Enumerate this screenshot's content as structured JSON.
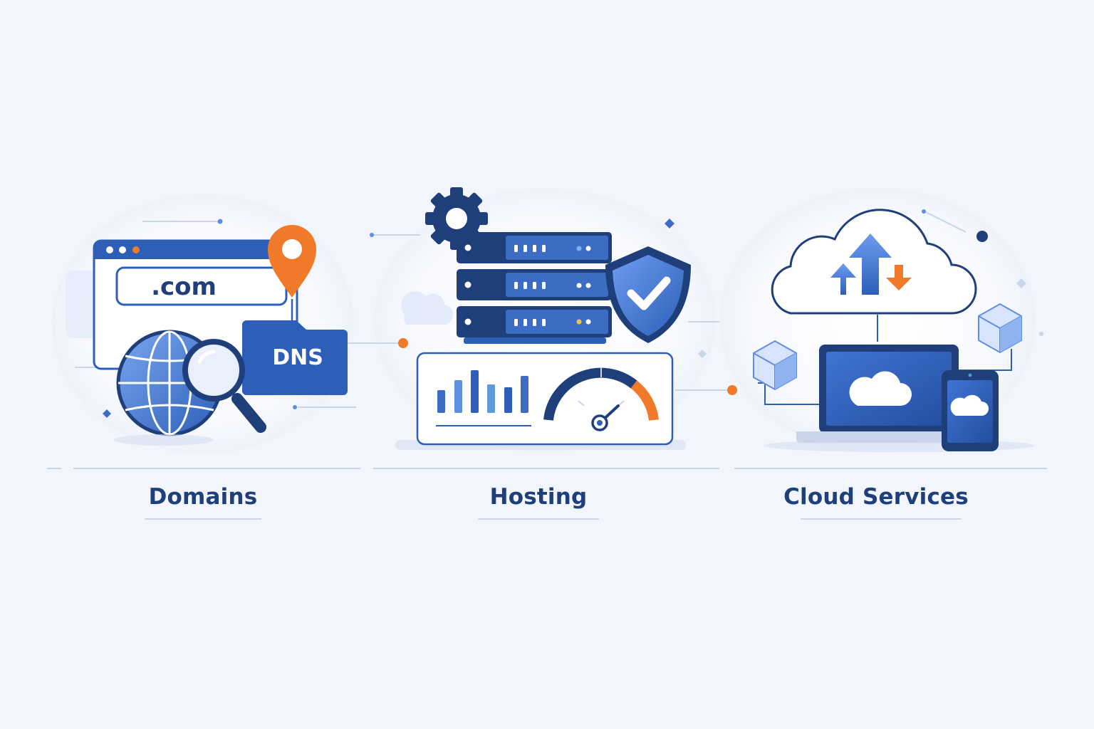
{
  "sections": [
    {
      "label": "Domains",
      "illustration": {
        "domain_text": ".com",
        "dns_text": "DNS",
        "icons": [
          "browser-window-icon",
          "location-pin-icon",
          "globe-icon",
          "magnifier-icon",
          "dns-folder-icon"
        ]
      }
    },
    {
      "label": "Hosting",
      "illustration": {
        "icons": [
          "gear-icon",
          "server-rack-icon",
          "shield-check-icon",
          "bar-chart-icon",
          "speed-gauge-icon"
        ]
      }
    },
    {
      "label": "Cloud Services",
      "illustration": {
        "icons": [
          "cloud-upload-download-icon",
          "laptop-cloud-icon",
          "phone-cloud-icon",
          "cube-icon"
        ]
      }
    }
  ],
  "colors": {
    "background": "#f2f5fb",
    "primary_dark": "#1f3f7a",
    "primary_blue": "#2d5fb8",
    "light_blue": "#5d8ee0",
    "accent_orange": "#f07a2a",
    "line": "#c9d5ea"
  }
}
